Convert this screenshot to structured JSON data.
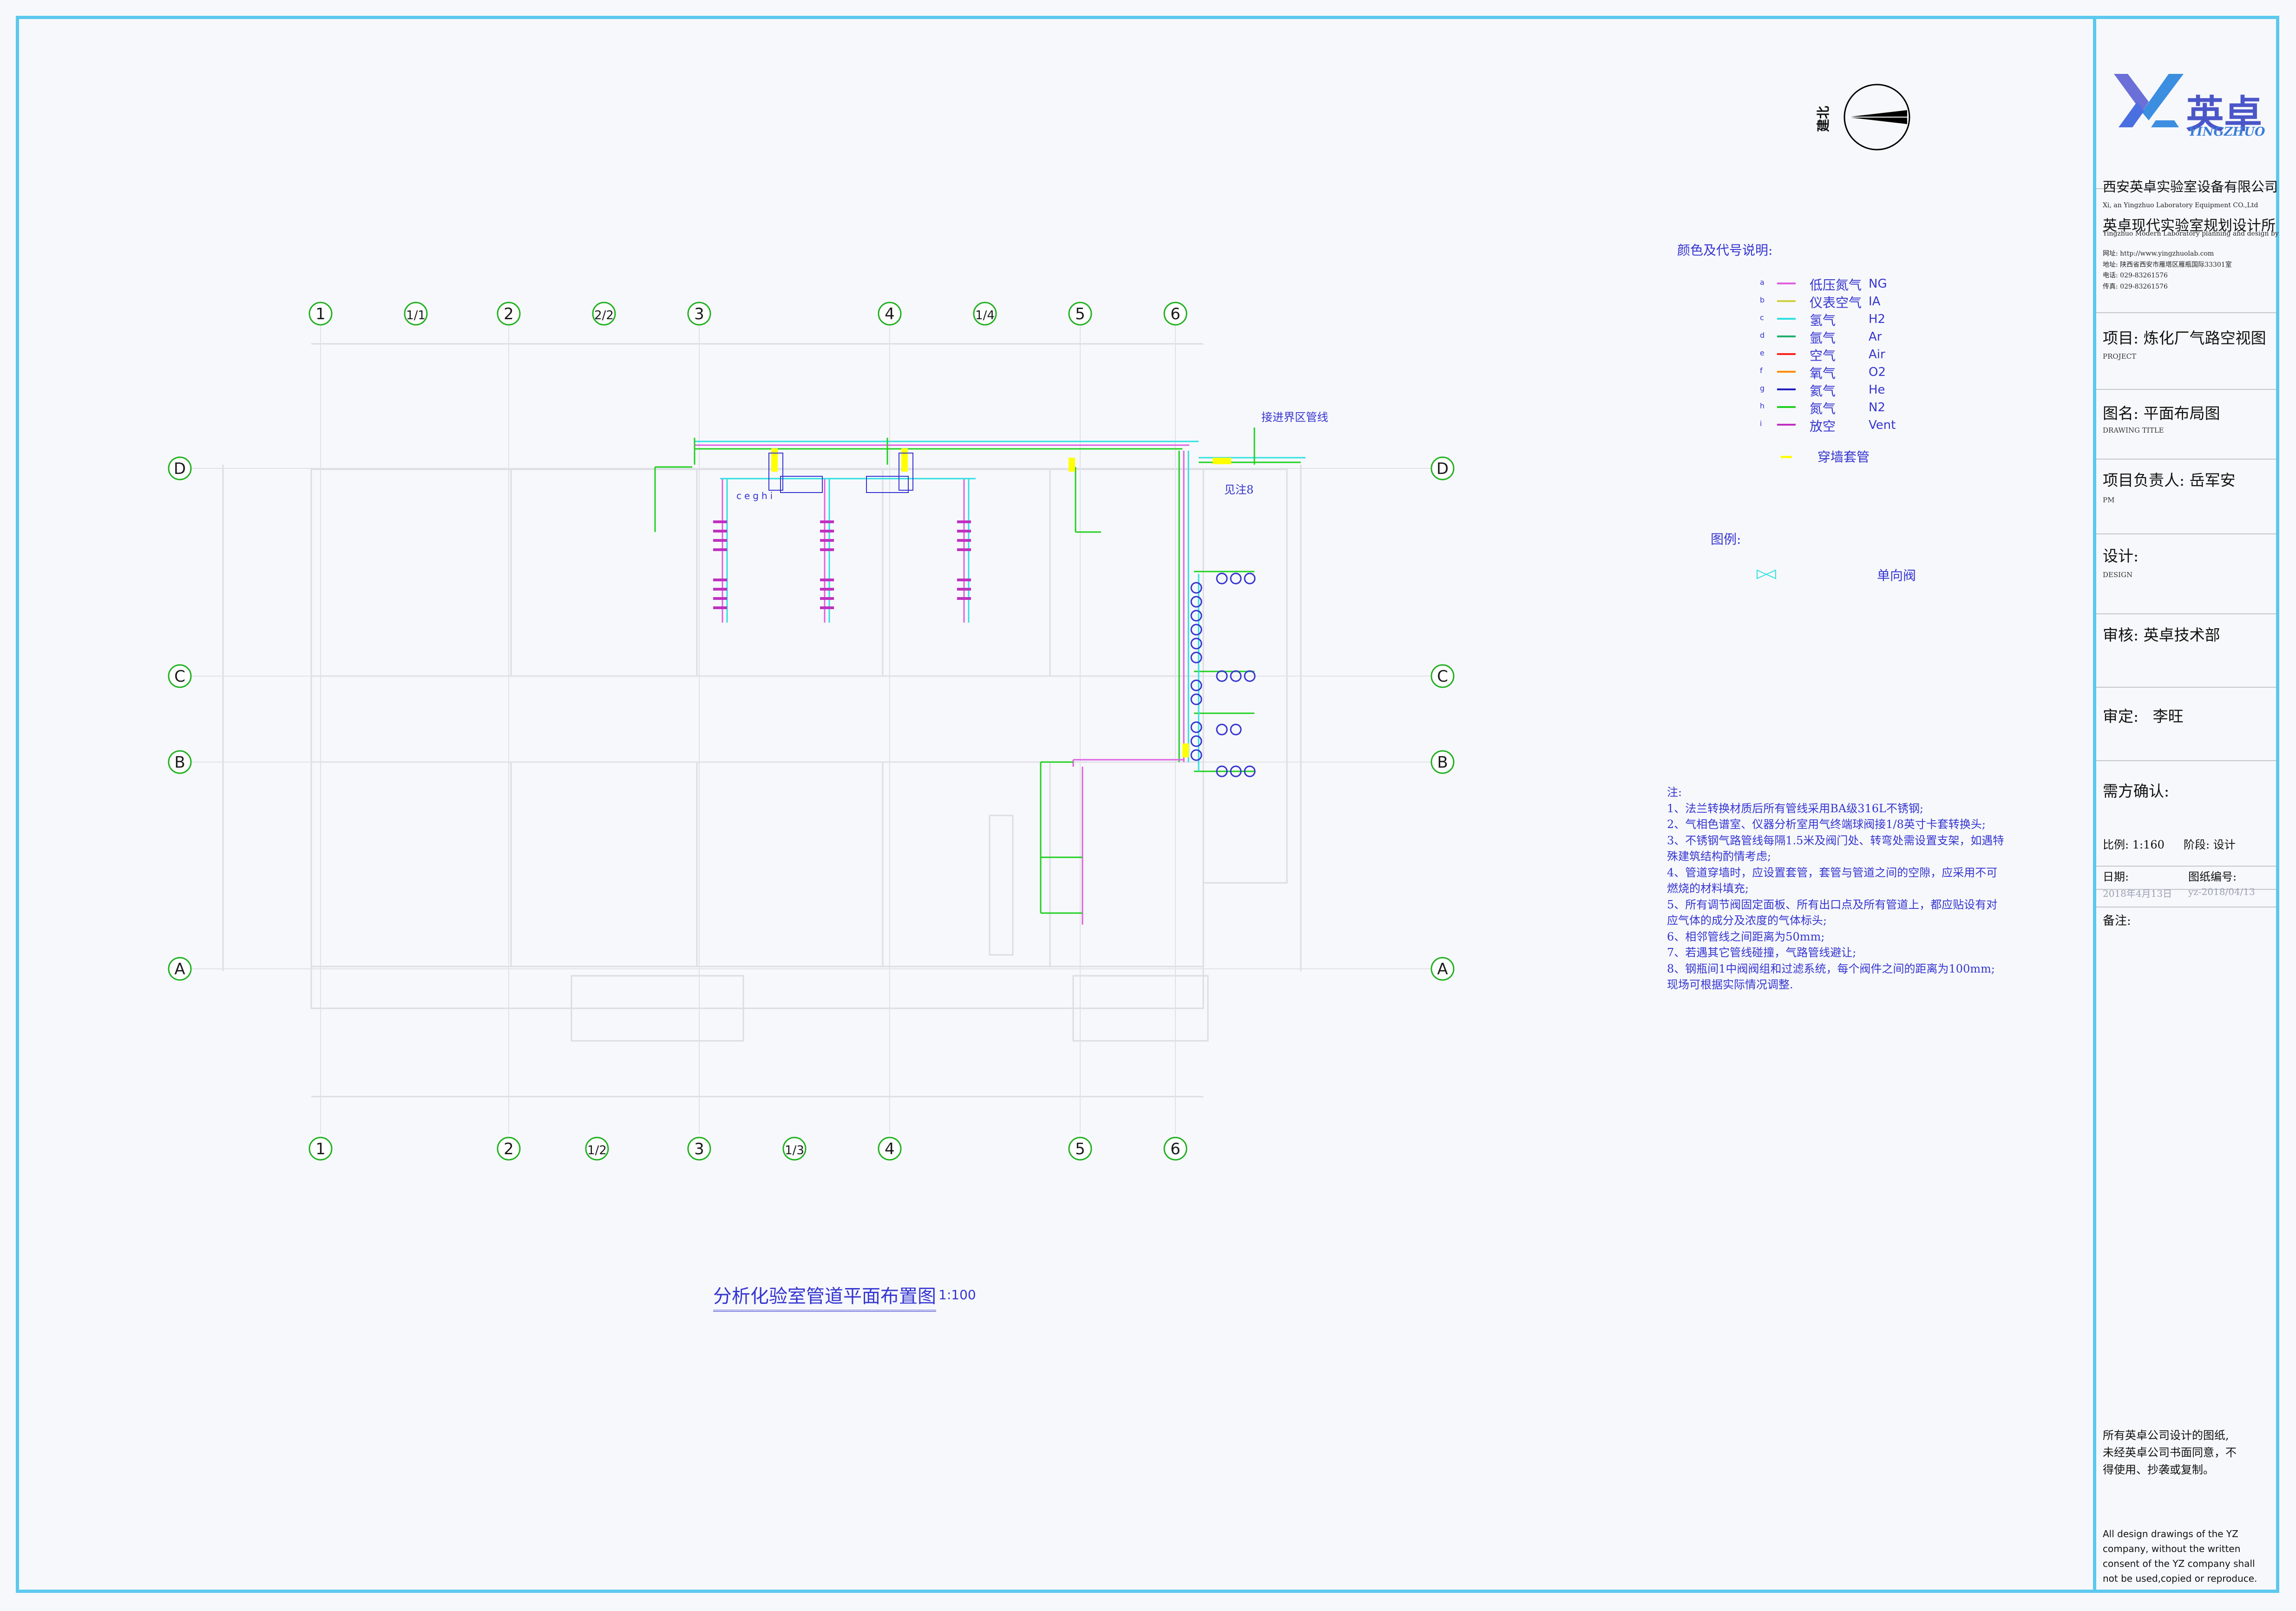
{
  "north_label": "建北",
  "axes_top": [
    "1",
    "1/1",
    "2",
    "2/2",
    "3",
    "4",
    "1/4",
    "5",
    "6"
  ],
  "axes_bottom": [
    "1",
    "2",
    "1/2",
    "3",
    "1/3",
    "4",
    "5",
    "6"
  ],
  "axes_rows": [
    "D",
    "C",
    "B",
    "A"
  ],
  "annotations": {
    "connect": "接进界区管线",
    "see_detail": "见注8",
    "device_label": "ceghi"
  },
  "legend": {
    "title": "颜色及代号说明:",
    "items": [
      {
        "letter": "a",
        "name": "低压氮气",
        "code": "NG",
        "color": "#e060e0"
      },
      {
        "letter": "b",
        "name": "仪表空气",
        "code": "IA",
        "color": "#cfcf40"
      },
      {
        "letter": "c",
        "name": "氢气",
        "code": "H2",
        "color": "#30e0e0"
      },
      {
        "letter": "d",
        "name": "氩气",
        "code": "Ar",
        "color": "#20b070"
      },
      {
        "letter": "e",
        "name": "空气",
        "code": "Air",
        "color": "#ff2020"
      },
      {
        "letter": "f",
        "name": "氧气",
        "code": "O2",
        "color": "#ff8c00"
      },
      {
        "letter": "g",
        "name": "氦气",
        "code": "He",
        "color": "#2020c0"
      },
      {
        "letter": "h",
        "name": "氮气",
        "code": "N2",
        "color": "#20d020"
      },
      {
        "letter": "i",
        "name": "放空",
        "code": "Vent",
        "color": "#c030c0"
      }
    ],
    "sleeve_label": "穿墙套管",
    "sleeve_color": "#ffff00"
  },
  "symbols": {
    "title": "图例:",
    "check_valve": "单向阀"
  },
  "notes": [
    "注:",
    "1、法兰转换材质后所有管线采用BA级316L不锈钢;",
    "2、气相色谱室、仪器分析室用气终端球阀接1/8英寸卡套转换头;",
    "3、不锈钢气路管线每隔1.5米及阀门处、转弯处需设置支架，如遇特",
    "殊建筑结构酌情考虑;",
    "4、管道穿墙时，应设置套管，套管与管道之间的空隙，应采用不可",
    "燃烧的材料填充;",
    "5、所有调节阀固定面板、所有出口点及所有管道上，都应贴设有对",
    "应气体的成分及浓度的气体标头;",
    "6、相邻管线之间距离为50mm;",
    "7、若遇其它管线碰撞，气路管线避让;",
    "8、钢瓶间1中阀阀组和过滤系统，每个阀件之间的距离为100mm;",
    "现场可根据实际情况调整."
  ],
  "drawing_title": "分析化验室管道平面布置图",
  "drawing_scale": "1:100",
  "title_block": {
    "logo_cn": "英卓",
    "logo_en": "YINGZHUO",
    "company_cn": "西安英卓实验室设备有限公司",
    "company_en": "Xi, an Yingzhuo Laboratory Equipment CO.,Ltd",
    "institute_cn": "英卓现代实验室规划设计所",
    "institute_en": "Yingzhuo Modern Laboratory planning and design by",
    "website": "网址:  http://www.yingzhuolab.com",
    "address": "地址:  陕西省西安市雁塔区雁瓶国际33301室",
    "phone": "电话:  029-83261576",
    "fax": "传真:  029-83261576",
    "project_label": "项目:",
    "project_value": "炼化厂气路空视图",
    "project_en": "PROJECT",
    "drawing_label": "图名:",
    "drawing_value": "平面布局图",
    "drawing_en": "DRAWING TITLE",
    "pm_label": "项目负责人:",
    "pm_value": "岳军安",
    "pm_en": "PM",
    "design_label": "设计:",
    "design_en": "DESIGN",
    "review_label": "审核:",
    "review_value": "英卓技术部",
    "approve_label": "审定:",
    "approve_value": "李旺",
    "confirm_label": "需方确认:",
    "scale_label": "比例:",
    "scale_value": "1:160",
    "stage_label": "阶段:",
    "stage_value": "设计",
    "date_label": "日期:",
    "number_label": "图纸编号:",
    "date_value": "2018年4月13日",
    "number_value": "yz-2018/04/13",
    "remarks_label": "备注:",
    "copyright_cn": [
      "所有英卓公司设计的图纸,",
      "未经英卓公司书面同意，不",
      "得使用、抄袭或复制。"
    ],
    "copyright_en": [
      "All design drawings of the YZ",
      "company, without the written",
      "consent of the YZ company shall",
      "not be used,copied or reproduce."
    ]
  }
}
